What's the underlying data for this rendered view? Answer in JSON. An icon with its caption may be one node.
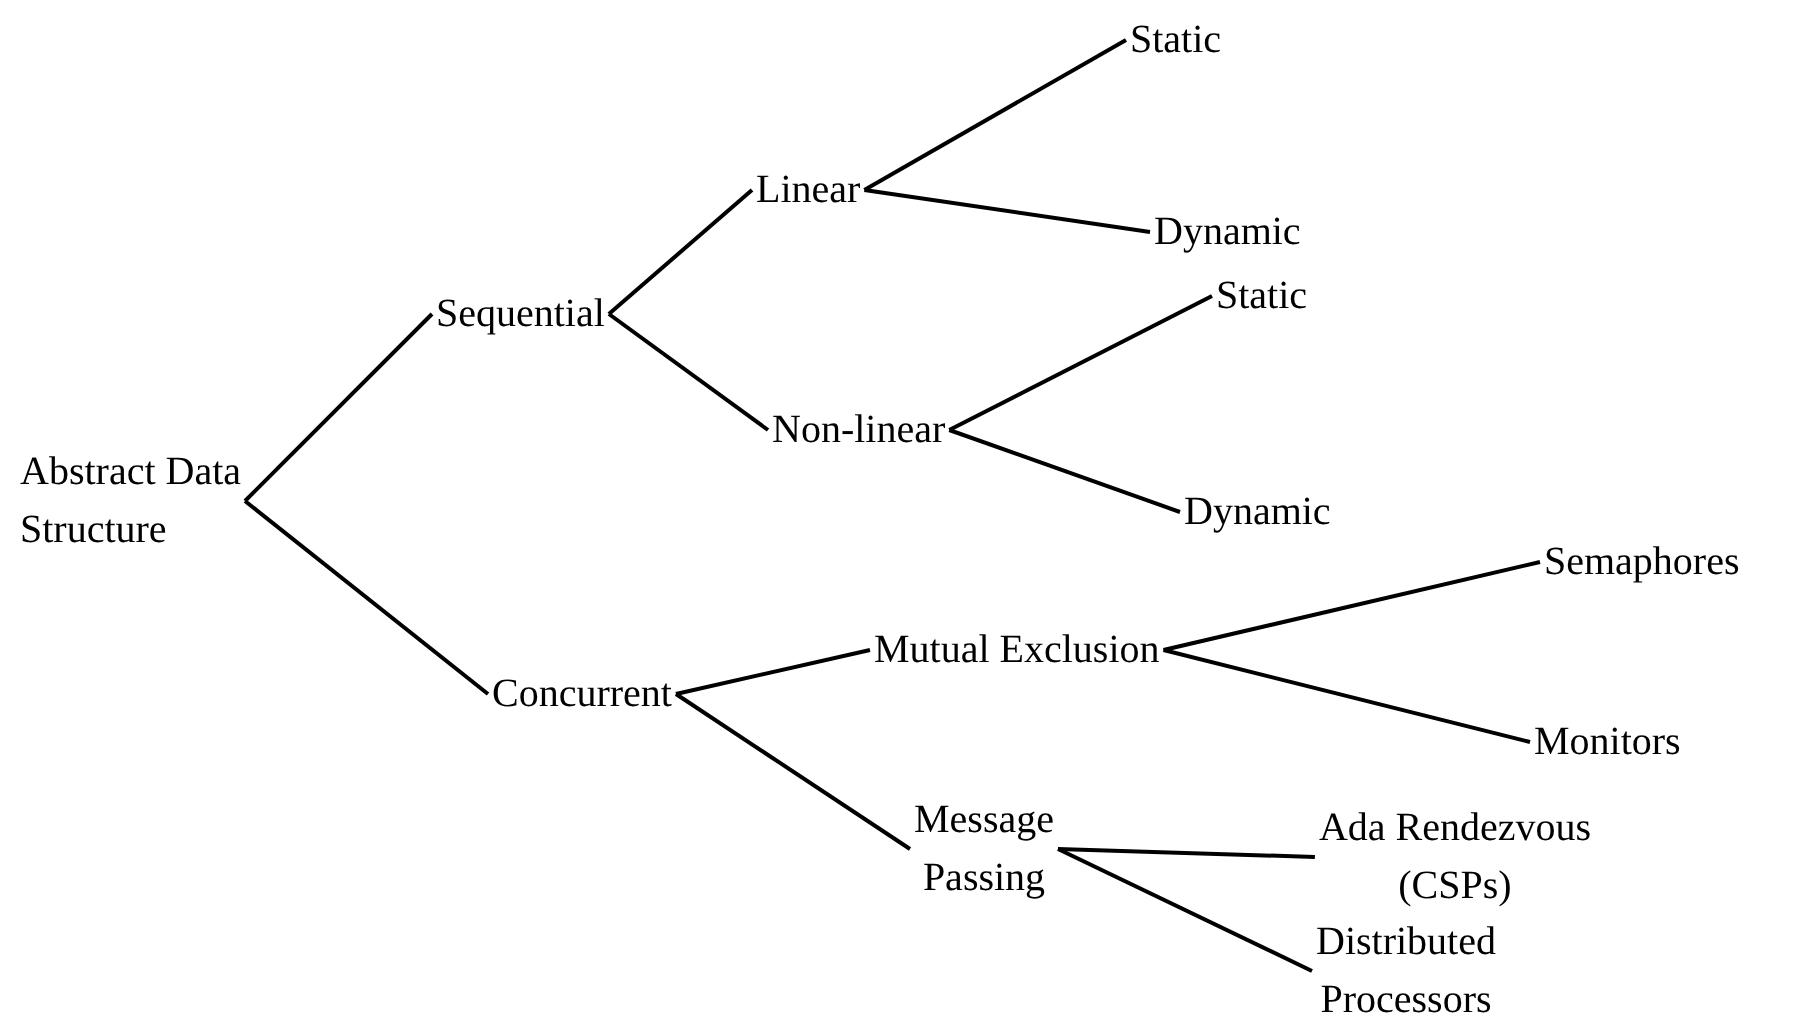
{
  "diagram": {
    "nodes": [
      {
        "text": [
          "Abstract Data Structure"
        ]
      },
      {
        "text": [
          "Sequential"
        ]
      },
      {
        "text": [
          "Concurrent"
        ]
      },
      {
        "text": [
          "Linear"
        ]
      },
      {
        "text": [
          "Non-linear"
        ]
      },
      {
        "text": [
          "Static"
        ]
      },
      {
        "text": [
          "Dynamic"
        ]
      },
      {
        "text": [
          "Static"
        ]
      },
      {
        "text": [
          "Dynamic"
        ]
      },
      {
        "text": [
          "Mutual Exclusion"
        ]
      },
      {
        "text": [
          "Message Passing"
        ]
      },
      {
        "text": [
          "Semaphores"
        ]
      },
      {
        "text": [
          "Monitors"
        ]
      },
      {
        "text": [
          "Ada Rendezvous (CSPs)"
        ]
      },
      {
        "text": [
          "Distributed Processors"
        ]
      }
    ],
    "edges": [
      {
        "from": 0,
        "to": 1,
        "arrow": "none"
      },
      {
        "from": 0,
        "to": 2,
        "arrow": "none"
      },
      {
        "from": 1,
        "to": 3,
        "arrow": "none"
      },
      {
        "from": 1,
        "to": 4,
        "arrow": "none"
      },
      {
        "from": 3,
        "to": 5,
        "arrow": "none"
      },
      {
        "from": 3,
        "to": 6,
        "arrow": "none"
      },
      {
        "from": 4,
        "to": 7,
        "arrow": "none"
      },
      {
        "from": 4,
        "to": 8,
        "arrow": "none"
      },
      {
        "from": 2,
        "to": 9,
        "arrow": "none"
      },
      {
        "from": 2,
        "to": 10,
        "arrow": "none"
      },
      {
        "from": 9,
        "to": 11,
        "arrow": "none"
      },
      {
        "from": 9,
        "to": 12,
        "arrow": "none"
      },
      {
        "from": 10,
        "to": 13,
        "arrow": "none"
      },
      {
        "from": 10,
        "to": 14,
        "arrow": "none"
      }
    ]
  }
}
